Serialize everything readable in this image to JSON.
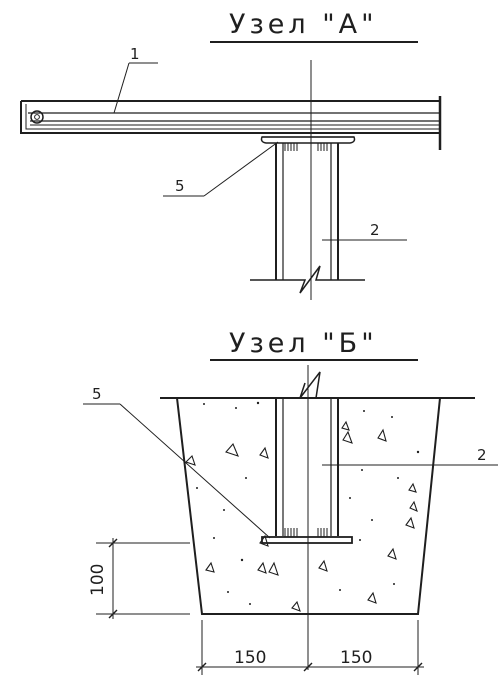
{
  "node_a": {
    "title": "Узел \"А\"",
    "callouts": [
      "1",
      "5",
      "2"
    ]
  },
  "node_b": {
    "title": "Узел \"Б\"",
    "callouts": [
      "5",
      "2"
    ],
    "dims": {
      "depth": "100",
      "left_width": "150",
      "right_width": "150"
    }
  },
  "colors": {
    "ink": "#1f1f1f",
    "background": "#ffffff"
  }
}
